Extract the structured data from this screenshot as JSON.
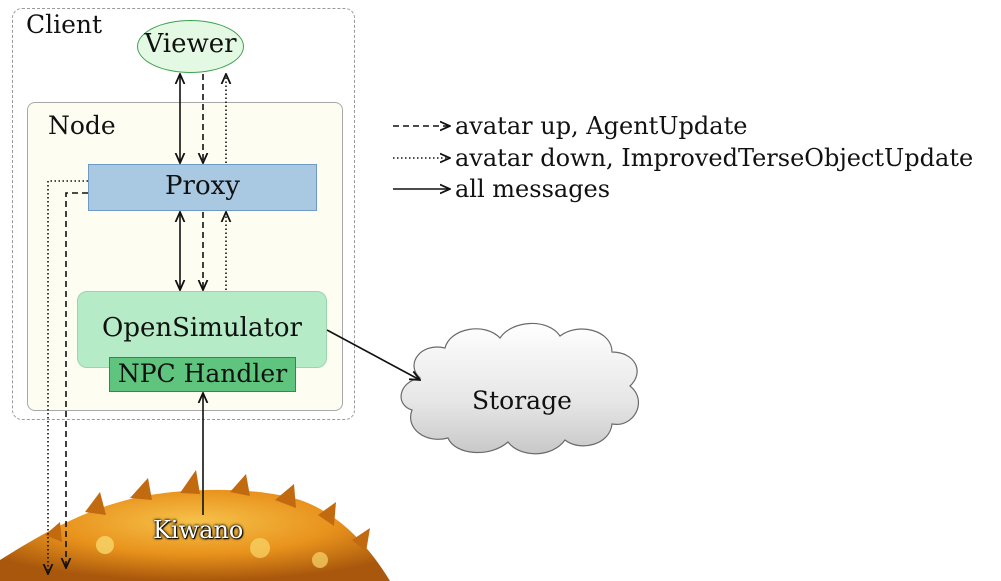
{
  "diagram": {
    "client_label": "Client",
    "viewer_label": "Viewer",
    "node_label": "Node",
    "proxy_label": "Proxy",
    "opensim_label": "OpenSimulator",
    "npc_label": "NPC Handler",
    "storage_label": "Storage",
    "kiwano_label": "Kiwano"
  },
  "legend": [
    {
      "style": "dashed",
      "label": "avatar up, AgentUpdate"
    },
    {
      "style": "dotted",
      "label": "avatar down, ImprovedTerseObjectUpdate"
    },
    {
      "style": "solid",
      "label": "all messages"
    }
  ],
  "colors": {
    "viewer_fill": "#e4f9e4",
    "viewer_stroke": "#3fa24e",
    "proxy_fill": "#a9c8e1",
    "opensim_fill": "#b5ebc7",
    "npc_fill": "#5fc47e",
    "node_fill": "#fdfdf2",
    "cloud_fill": "#d9d9d9",
    "kiwano_fill": "#e8921c"
  },
  "icons": {
    "cloud": "cloud-icon",
    "kiwano": "kiwano-fruit-image"
  }
}
